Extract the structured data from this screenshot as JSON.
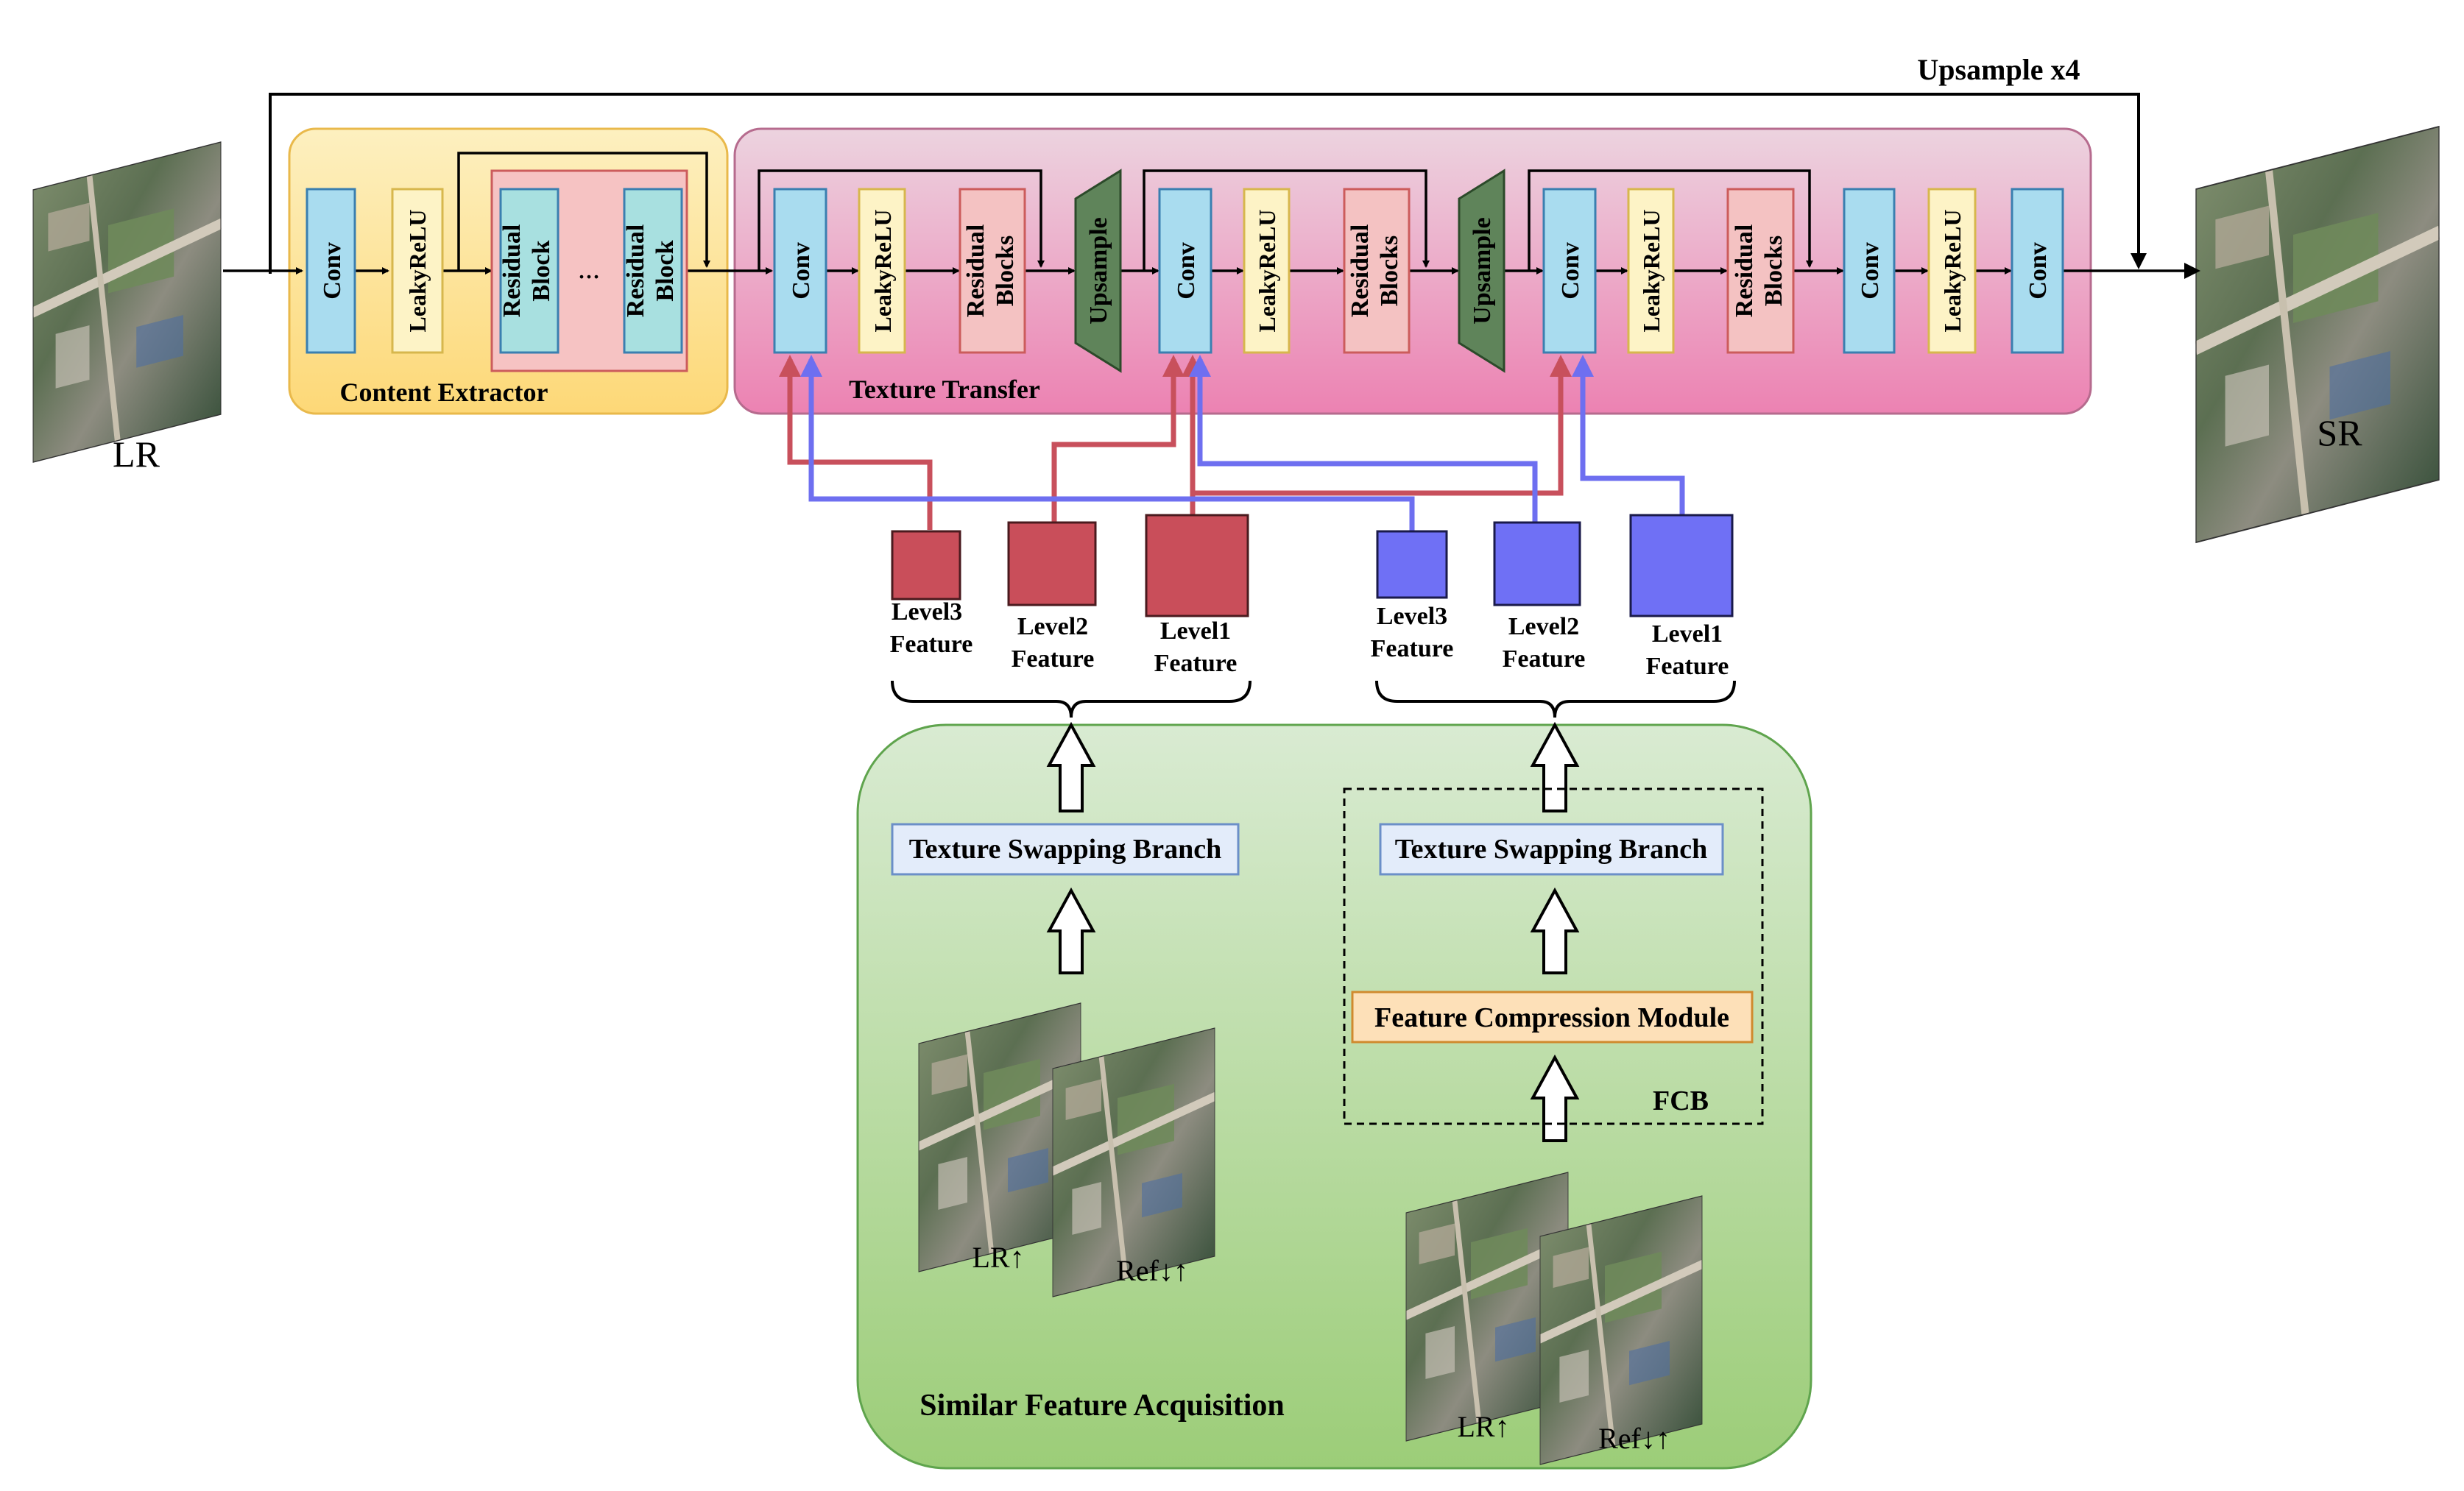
{
  "labels": {
    "lr": "LR",
    "sr": "SR",
    "upsample_x4": "Upsample x4",
    "content_extractor": "Content Extractor",
    "texture_transfer": "Texture Transfer",
    "similar_feature_acquisition": "Similar Feature Acquisition",
    "fcb": "FCB",
    "ellipsis": "...",
    "lr_up": "LR↑",
    "ref_down_up": "Ref↓↑"
  },
  "blocks": {
    "conv": "Conv",
    "leaky": "LeakyReLU",
    "residual": "Residual",
    "block": "Block",
    "blocks": "Blocks",
    "upsample": "Upsample",
    "texture_swapping_branch": "Texture Swapping Branch",
    "feature_compression_module": "Feature Compression Module"
  },
  "features": {
    "level1": "Level1",
    "level2": "Level2",
    "level3": "Level3",
    "feature": "Feature"
  },
  "colors": {
    "content_extractor_bg": "#fde29a",
    "texture_transfer_bg": "#e9a3c4",
    "similar_bg": "#b9dca4",
    "conv_fill": "#a9dcef",
    "leaky_fill": "#fdf3c6",
    "residual_fill": "#f4c2c2",
    "residual_block_fill": "#a8e0e0",
    "upsample_fill": "#5f845a",
    "red_feature": "#c94e5a",
    "blue_feature": "#6f70f5",
    "red_arrow": "#c8505c",
    "blue_arrow": "#6e6ff0",
    "tsb_fill": "#e3ecfa",
    "fcm_fill": "#fde0b8"
  },
  "icons": {
    "aerial_image": "aerial-satellite-image-icon"
  }
}
